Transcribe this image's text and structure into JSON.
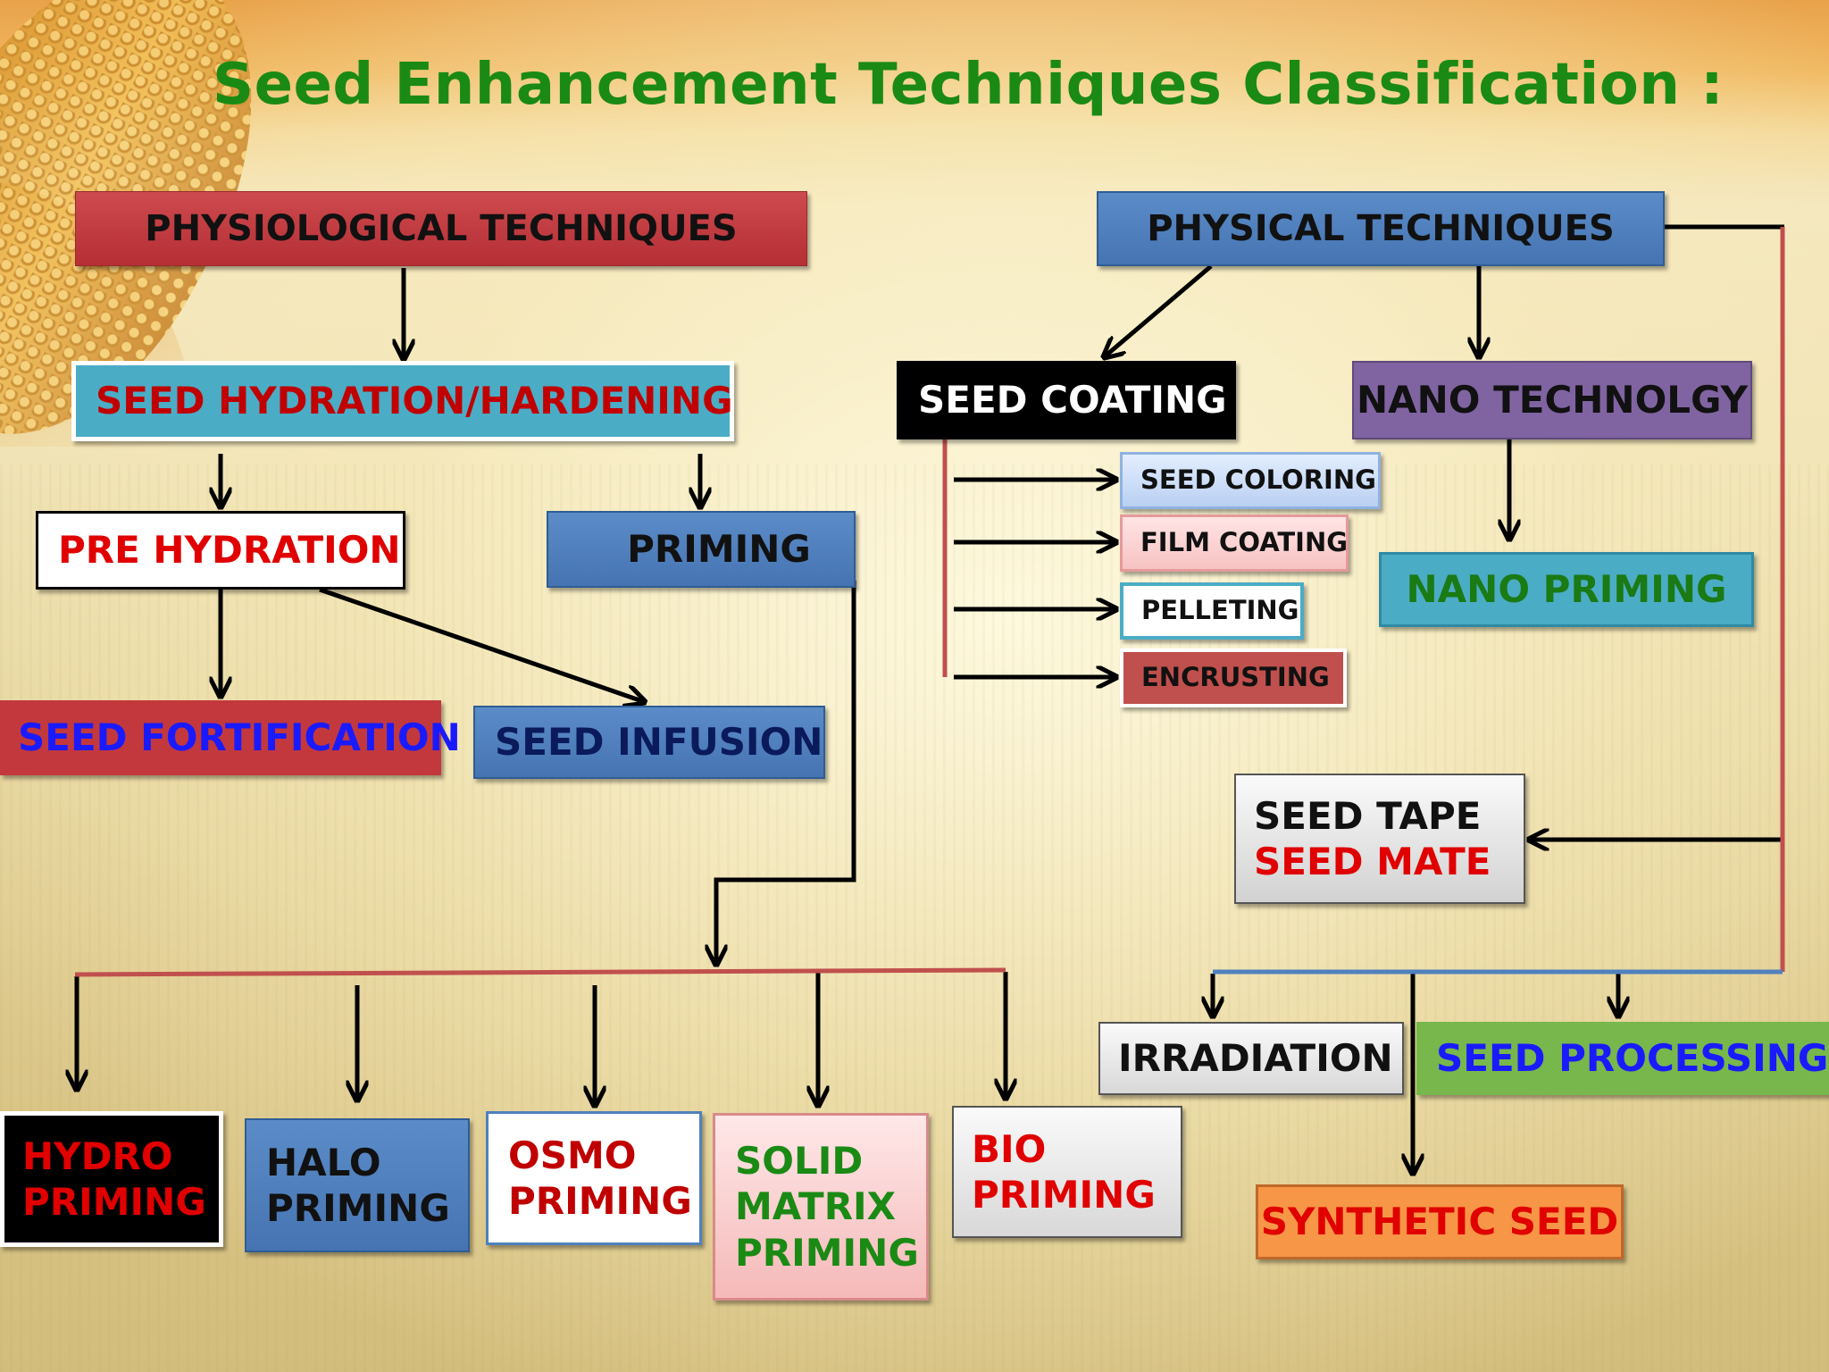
{
  "title": "Seed Enhancement Techniques Classification :",
  "nodes": {
    "physiological": {
      "label": "PHYSIOLOGICAL TECHNIQUES"
    },
    "physical": {
      "label": "PHYSICAL TECHNIQUES"
    },
    "seed_hydration": {
      "label": "SEED HYDRATION/HARDENING"
    },
    "seed_coating": {
      "label": "SEED COATING"
    },
    "nano_technology": {
      "label": "NANO TECHNOLGY"
    },
    "pre_hydration": {
      "label": "PRE HYDRATION"
    },
    "priming": {
      "label": "PRIMING"
    },
    "seed_coloring": {
      "label": "SEED COLORING"
    },
    "film_coating": {
      "label": "FILM COATING"
    },
    "pelleting": {
      "label": "PELLETING"
    },
    "encrusting": {
      "label": "ENCRUSTING"
    },
    "nano_priming": {
      "label": "NANO PRIMING"
    },
    "seed_fortification": {
      "label": "SEED FORTIFICATION"
    },
    "seed_infusion": {
      "label": "SEED INFUSION"
    },
    "seed_tape": {
      "line1": "SEED TAPE",
      "line2": "SEED MATE"
    },
    "irradiation": {
      "label": "IRRADIATION"
    },
    "seed_processing": {
      "label": "SEED PROCESSING"
    },
    "synthetic_seed": {
      "label": "SYNTHETIC SEED"
    },
    "hydro_priming": {
      "line1": "HYDRO",
      "line2": "PRIMING"
    },
    "halo_priming": {
      "line1": "HALO",
      "line2": "PRIMING"
    },
    "osmo_priming": {
      "line1": "OSMO",
      "line2": "PRIMING"
    },
    "solid_matrix_priming": {
      "line1": "SOLID",
      "line2": "MATRIX",
      "line3": "PRIMING"
    },
    "bio_priming": {
      "line1": "BIO",
      "line2": "PRIMING"
    }
  },
  "colors": {
    "title": "#1a8a14",
    "red_box": "#c3383d",
    "blue_box": "#4f81bd",
    "teal_box": "#4bacc6",
    "purple_box": "#8064a2",
    "green_box": "#77b74b",
    "orange_box": "#f79646",
    "connector_red": "#c0504d",
    "connector_blue": "#4f81bd"
  }
}
